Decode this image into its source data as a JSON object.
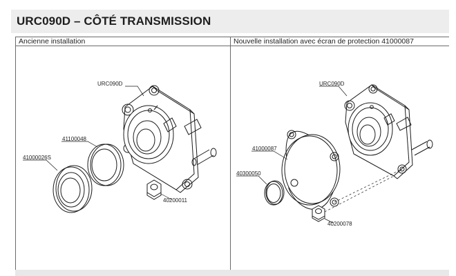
{
  "title": "URC090D – CÔTÉ TRANSMISSION",
  "columns": {
    "left": "Ancienne installation",
    "right": "Nouvelle installation avec écran de protection 41000087"
  },
  "left_labels": {
    "housing": "URC090D",
    "ring": "41100048",
    "seal": "41000026S",
    "nut": "40200011"
  },
  "right_labels": {
    "housing": "URC090D",
    "shield": "41000087",
    "oring": "40300050",
    "nut": "40200078"
  },
  "colors": {
    "line": "#1a1a1a",
    "title_bg": "#ededed"
  }
}
